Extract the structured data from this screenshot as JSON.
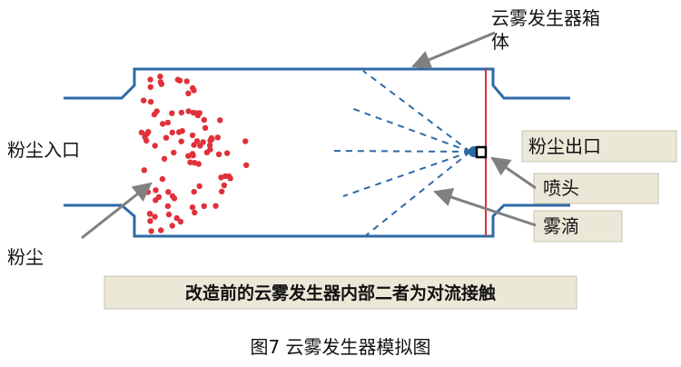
{
  "labels": {
    "box_title_line1": "云雾发生器箱",
    "box_title_line2": "体",
    "dust_inlet": "粉尘入口",
    "dust": "粉尘",
    "dust_outlet": "粉尘出口",
    "nozzle": "喷头",
    "mist": "雾滴",
    "banner": "改造前的云雾发生器内部二者为对流接触",
    "caption": "图7   云雾发生器模拟图"
  },
  "colors": {
    "box_stroke": "#2e6aa6",
    "dust_dot": "#e0313a",
    "spray": "#2e6aa6",
    "outlet_line": "#e0313a",
    "label_box_fill": "#ece8d8",
    "label_box_stroke": "#c7c3b0",
    "arrow": "#808080"
  }
}
